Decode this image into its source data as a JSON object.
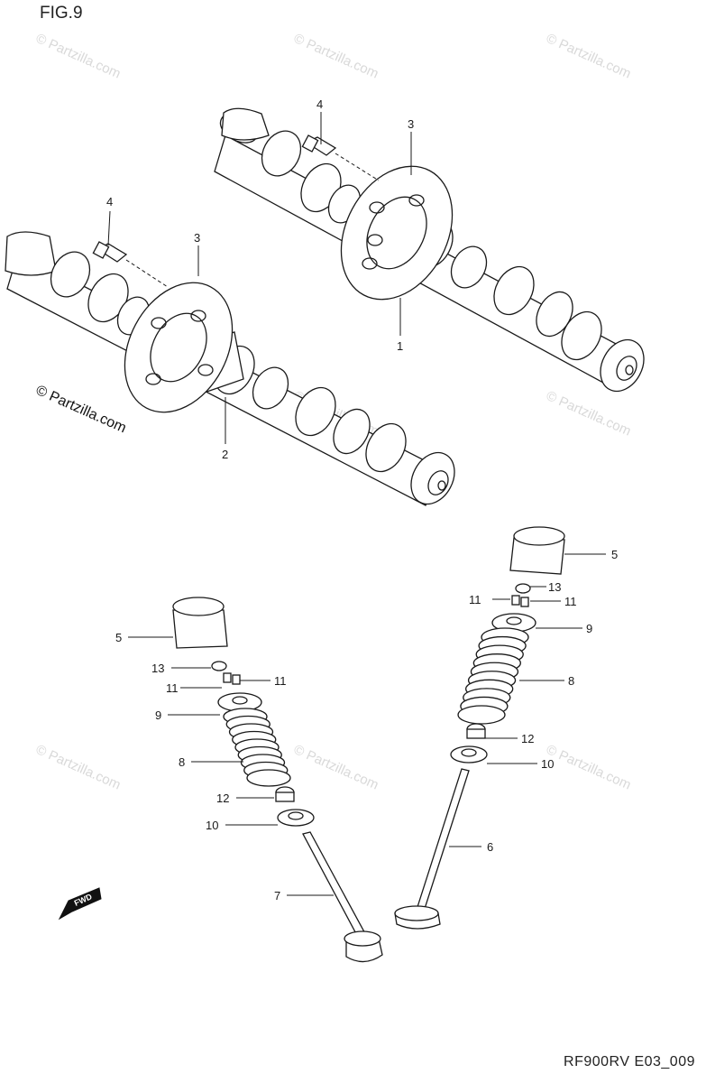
{
  "figure": {
    "title": "FIG.9",
    "drawing_code": "RF900RV E03_009",
    "copyright": "© Partzilla.com",
    "watermark": "© Partzilla.com"
  },
  "callouts": {
    "camshaft_exhaust": "1",
    "camshaft_intake": "2",
    "sprocket_upper": "3",
    "sprocket_lower": "3",
    "bolt_upper": "4",
    "bolt_lower": "4",
    "tappet_right": "5",
    "tappet_left": "5",
    "valve_exhaust": "6",
    "valve_intake": "7",
    "spring_right": "8",
    "spring_left": "8",
    "retainer_right": "9",
    "retainer_left": "9",
    "seal_right": "10",
    "seal_left": "10",
    "cotter_right_a": "11",
    "cotter_right_b": "11",
    "cotter_left_a": "11",
    "cotter_left_b": "11",
    "lower_seat_right": "12",
    "lower_seat_left": "12",
    "shim_right": "13",
    "shim_left": "13"
  },
  "fwd_marker": "FWD"
}
